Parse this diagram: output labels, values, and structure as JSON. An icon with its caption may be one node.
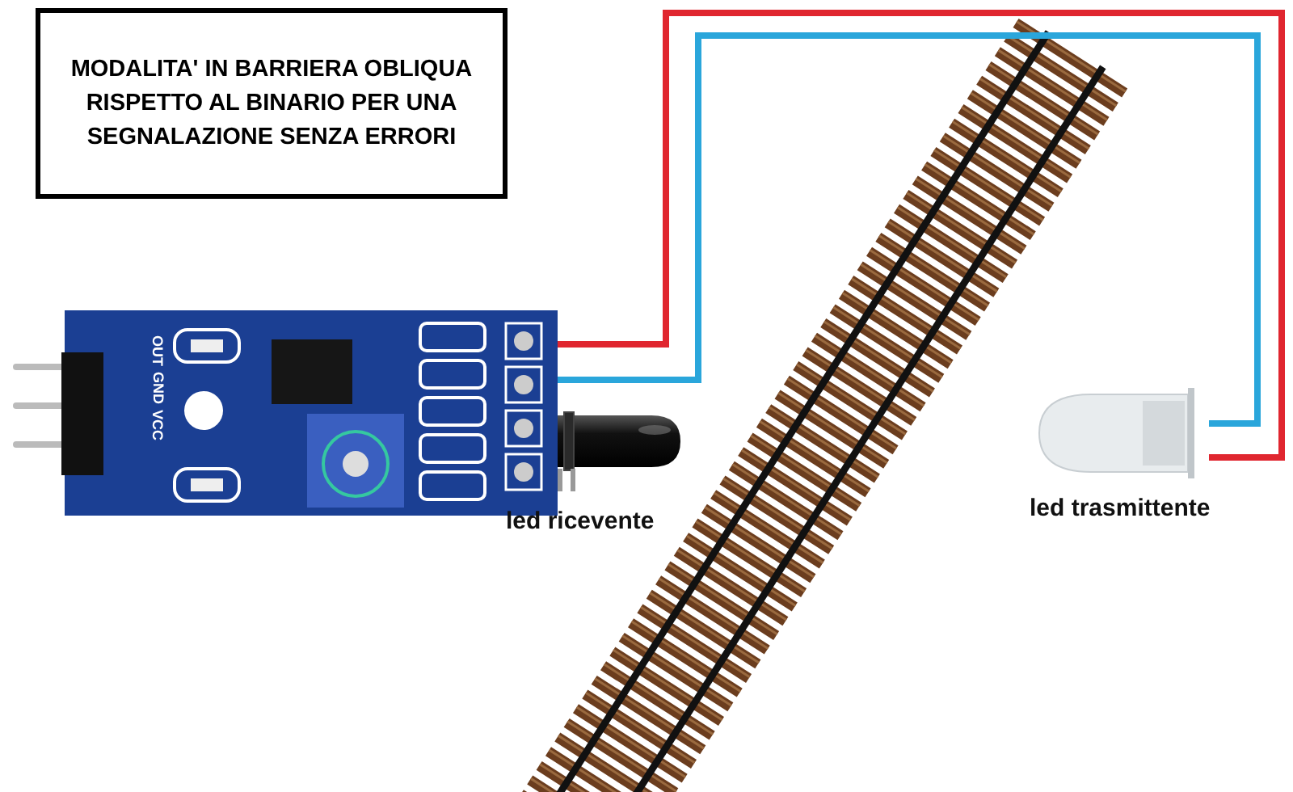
{
  "diagram": {
    "title": "MODALITA' IN BARRIERA OBLIQUA RISPETTO AL BINARIO PER UNA SEGNALAZIONE SENZA ERRORI",
    "nodes": [
      {
        "text": [],
        "shape": "picture"
      },
      {
        "text": [],
        "shape": "picture"
      },
      {
        "text": [],
        "shape": "picture"
      }
    ],
    "edges": [
      {
        "from": 0,
        "to": 2,
        "arrow": "none",
        "color": "#e0262f"
      },
      {
        "from": 0,
        "to": 2,
        "arrow": "none",
        "color": "#2aa6db"
      }
    ],
    "labels": [
      "OUT",
      "GND",
      "VCC",
      "led ricevente",
      "led trasmittente"
    ]
  }
}
